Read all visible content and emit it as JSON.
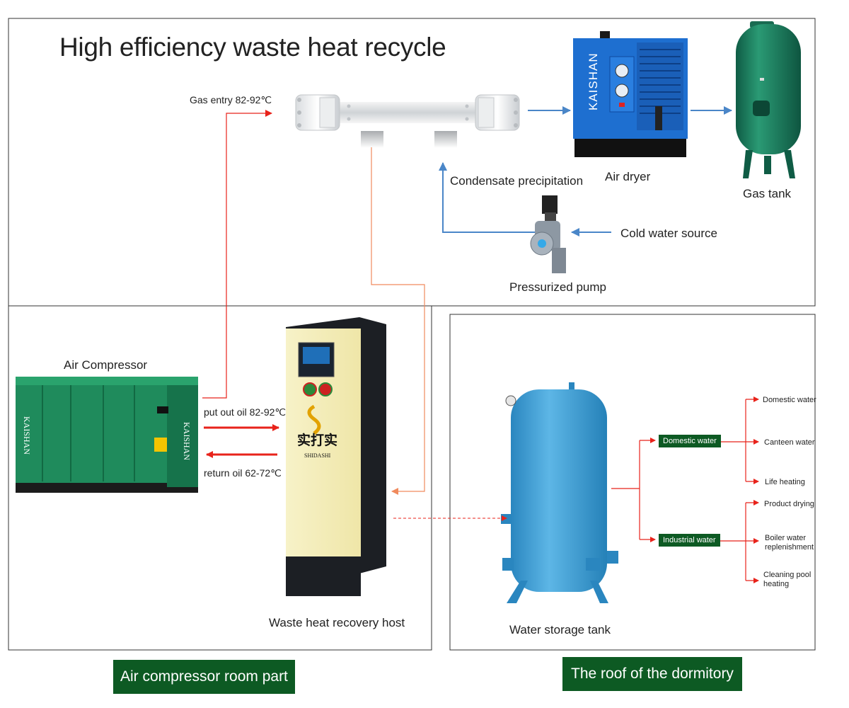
{
  "title": "High efficiency waste heat recycle",
  "labels": {
    "gas_entry": "Gas entry 82-92℃",
    "condensate": "Condensate precipitation",
    "air_dryer": "Air dryer",
    "gas_tank": "Gas tank",
    "cold_water": "Cold water source",
    "pump": "Pressurized pump",
    "air_compressor": "Air Compressor",
    "put_out_oil": "put out oil 82-92℃",
    "return_oil": "return oil 62-72℃",
    "recovery_host": "Waste heat recovery host",
    "water_tank": "Water storage tank"
  },
  "brand": {
    "kaishan": "KAISHAN",
    "host_logo_cn": "实打实",
    "host_logo_en": "SHIDASHI"
  },
  "water_uses": {
    "domestic": {
      "label": "Domestic water",
      "items": [
        "Domestic water",
        "Canteen water",
        "Life heating"
      ]
    },
    "industrial": {
      "label": "Industrial water",
      "items": [
        "Product drying",
        "Boiler water replenishment",
        "Cleaning pool heating"
      ]
    }
  },
  "footer": {
    "left": "Air compressor room part",
    "right": "The roof of the dormitory"
  },
  "colors": {
    "red_arrow": "#e8231b",
    "orange_line": "#f08a5d",
    "blue_arrow": "#4a86c8",
    "label_green": "#0d5a23",
    "compressor_green": "#1f8b5c",
    "dryer_blue": "#1e6fd0",
    "tank_green": "#1a7a5e",
    "water_tank_blue": "#3a9fd6",
    "host_cream": "#f4eeb8"
  }
}
